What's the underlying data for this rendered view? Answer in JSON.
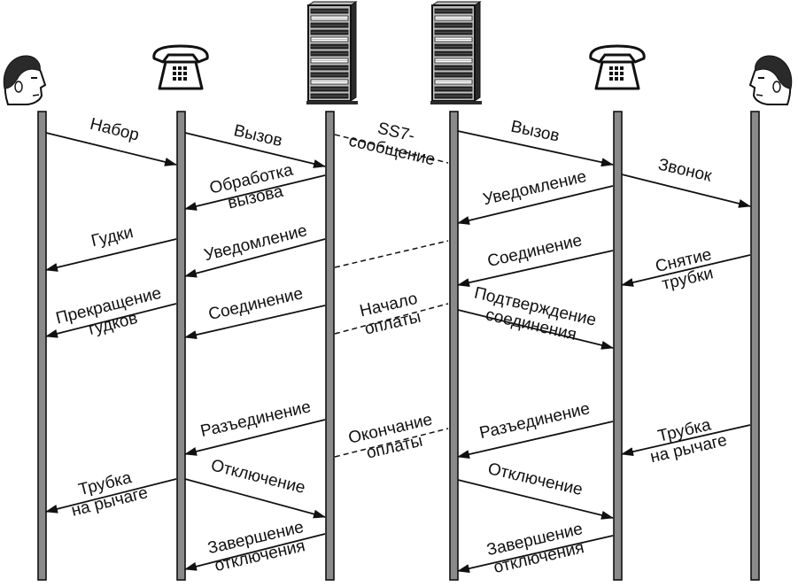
{
  "colors": {
    "lifeline": "#8a8a8a",
    "ink": "#111111",
    "server_dark": "#2a2a2a",
    "server_light": "#bdbdbd"
  },
  "actors": [
    {
      "name": "person-left-icon"
    },
    {
      "name": "telephone-left-icon"
    },
    {
      "name": "switch-server-left-icon"
    },
    {
      "name": "switch-server-right-icon"
    },
    {
      "name": "telephone-right-icon"
    },
    {
      "name": "person-right-icon"
    }
  ],
  "messages": [
    {
      "from": 0,
      "to": 1,
      "lines": [
        "Набор"
      ]
    },
    {
      "from": 1,
      "to": 2,
      "lines": [
        "Вызов"
      ]
    },
    {
      "from": 2,
      "to": 1,
      "lines": [
        "Обработка",
        "вызова"
      ]
    },
    {
      "from": 1,
      "to": 0,
      "lines": [
        "Гудки"
      ]
    },
    {
      "from": 2,
      "to": 1,
      "lines": [
        "Уведомление"
      ]
    },
    {
      "from": 1,
      "to": 0,
      "lines": [
        "Прекращение",
        "гудков"
      ]
    },
    {
      "from": 2,
      "to": 1,
      "lines": [
        "Соединение"
      ]
    },
    {
      "from": 3,
      "to": 4,
      "lines": [
        "Вызов"
      ]
    },
    {
      "from": 4,
      "to": 5,
      "lines": [
        "Звонок"
      ]
    },
    {
      "from": 4,
      "to": 3,
      "lines": [
        "Уведомление"
      ]
    },
    {
      "from": 4,
      "to": 3,
      "lines": [
        "Соединение"
      ]
    },
    {
      "from": 5,
      "to": 4,
      "lines": [
        "Снятие",
        "трубки"
      ]
    },
    {
      "from": 3,
      "to": 4,
      "lines": [
        "Подтверждение",
        "соединения"
      ]
    },
    {
      "from": 2,
      "to": 1,
      "lines": [
        "Разъединение"
      ]
    },
    {
      "from": 4,
      "to": 3,
      "lines": [
        "Разъединение"
      ]
    },
    {
      "from": 5,
      "to": 4,
      "lines": [
        "Трубка",
        "на рычаге"
      ]
    },
    {
      "from": 1,
      "to": 2,
      "lines": [
        "Отключение"
      ]
    },
    {
      "from": 1,
      "to": 0,
      "lines": [
        "Трубка",
        "на рычаге"
      ]
    },
    {
      "from": 3,
      "to": 4,
      "lines": [
        "Отключение"
      ]
    },
    {
      "from": 2,
      "to": 1,
      "lines": [
        "Завершение",
        "отключения"
      ]
    },
    {
      "from": 4,
      "to": 3,
      "lines": [
        "Завершение",
        "отключения"
      ]
    }
  ],
  "signals": [
    {
      "lines": [
        "SS7-",
        "сообщение"
      ]
    },
    {
      "lines": []
    },
    {
      "lines": [
        "Начало",
        "оплаты"
      ]
    },
    {
      "lines": [
        "Окончание",
        "оплаты"
      ]
    }
  ]
}
